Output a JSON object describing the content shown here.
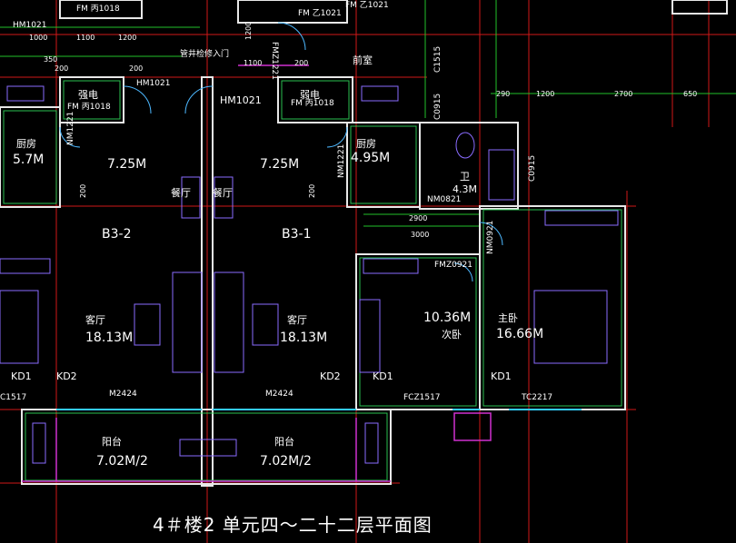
{
  "drawing": {
    "title": "4＃楼2 单元四～二十二层平面图",
    "units": [
      {
        "left": "B3-2",
        "right": "B3-1"
      }
    ],
    "rooms": {
      "kitchen_left_label": "厨房",
      "kitchen_left_area": "5.7M",
      "kitchen_right_label": "厨房",
      "kitchen_right_area": "4.95M",
      "area_top_left": "7.25M",
      "area_top_right": "7.25M",
      "dining_left": "餐厅",
      "dining_right": "餐厅",
      "unit_left": "B3-2",
      "unit_right": "B3-1",
      "living_left_label": "客厅",
      "living_left_area": "18.13M",
      "living_right_label": "客厅",
      "living_right_area": "18.13M",
      "bath_label": "卫",
      "bath_area": "4.3M",
      "second_bedroom_label": "次卧",
      "second_bedroom_area": "10.36M",
      "master_label": "主卧",
      "master_area": "16.66M",
      "balcony_left_label": "阳台",
      "balcony_left_area": "7.02M/2",
      "balcony_right_label": "阳台",
      "balcony_right_area": "7.02M/2",
      "front_room": "前室",
      "elec_left": "强电",
      "weak_right": "弱电",
      "fire_door": "管井检修入门"
    },
    "doors": {
      "hm1021_a": "HM1021",
      "hm1021_b": "HM1021",
      "hm1021_c": "HM1021",
      "fm1018_a": "FM 丙1018",
      "fm1018_b": "FM 丙1018",
      "fm1018_c": "FM 丙1018",
      "fmz1021": "FM 乙1021",
      "fmz1021_b": "FM 乙1021",
      "fmz1221": "FMZ1221",
      "nm1221_l": "NM1221",
      "nm1221_r": "NM1221",
      "nm0821": "NM0821",
      "nm0921": "NM0921",
      "fmz0921": "FMZ0921",
      "c1515": "C1515",
      "c0915_a": "C0915",
      "c0915_b": "C0915",
      "kd1_a": "KD1",
      "kd2_a": "KD2",
      "kd2_b": "KD2",
      "kd1_b": "KD1",
      "kd1_c": "KD1",
      "m2424_a": "M2424",
      "m2424_b": "M2424",
      "fcz1517": "FCZ1517",
      "c1517": "C1517",
      "tc2217": "TC2217"
    },
    "dimensions": {
      "d1000": "1000",
      "d1100a": "1100",
      "d1200a": "1200",
      "d350": "350",
      "d200a": "200",
      "d200b": "200",
      "d1100b": "1100",
      "d200c": "200",
      "d1200b": "1200",
      "d290": "290",
      "d1200c": "1200",
      "d2700": "2700",
      "d650": "650",
      "d2900": "2900",
      "d3000": "3000",
      "d200d": "200",
      "d200e": "200"
    }
  }
}
